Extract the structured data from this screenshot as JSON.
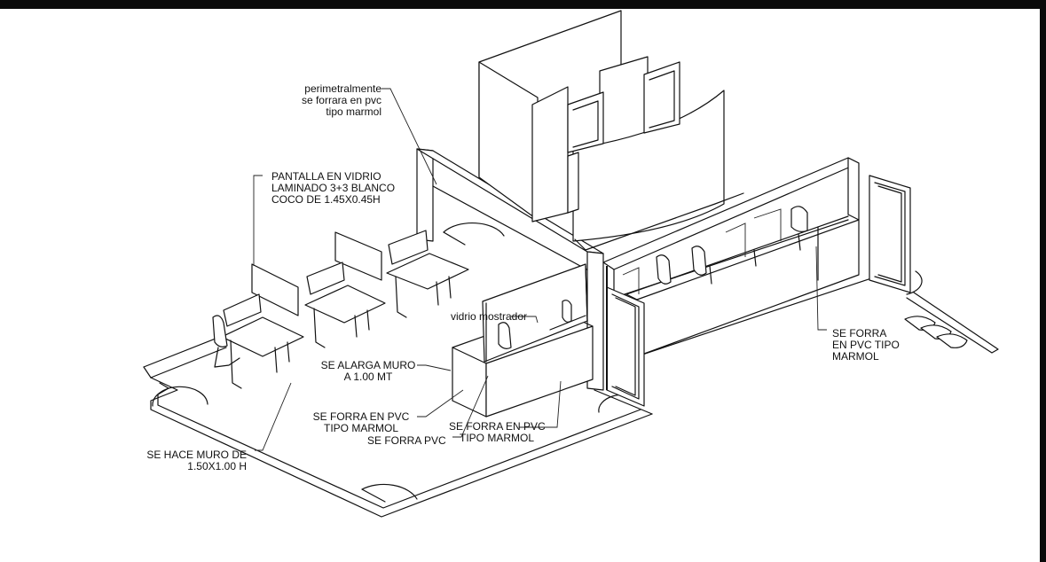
{
  "annotations": {
    "perimetral": [
      "perimetralmente",
      "se forrara en pvc",
      "tipo marmol"
    ],
    "pantalla": [
      "PANTALLA EN VIDRIO",
      "LAMINADO 3+3 BLANCO",
      "COCO DE 1.45X0.45H"
    ],
    "vidrio_mostrador": [
      "vidrio mostrador"
    ],
    "alarga_muro": [
      "SE ALARGA MURO",
      "A 1.00 MT"
    ],
    "forra_pvc_left": [
      "SE FORRA EN PVC",
      "TIPO MARMOL"
    ],
    "forra_pvc_short": [
      "SE FORRA PVC"
    ],
    "forra_pvc_mid": [
      "SE FORRA EN PVC",
      "TIPO MARMOL"
    ],
    "hace_muro": [
      "SE HACE MURO DE",
      "1.50X1.00 H"
    ],
    "forra_right": [
      "SE FORRA",
      "EN PVC TIPO",
      "MARMOL"
    ]
  },
  "colors": {
    "background": "#ffffff",
    "ink": "#111111",
    "frame": "#0a0a0a"
  }
}
